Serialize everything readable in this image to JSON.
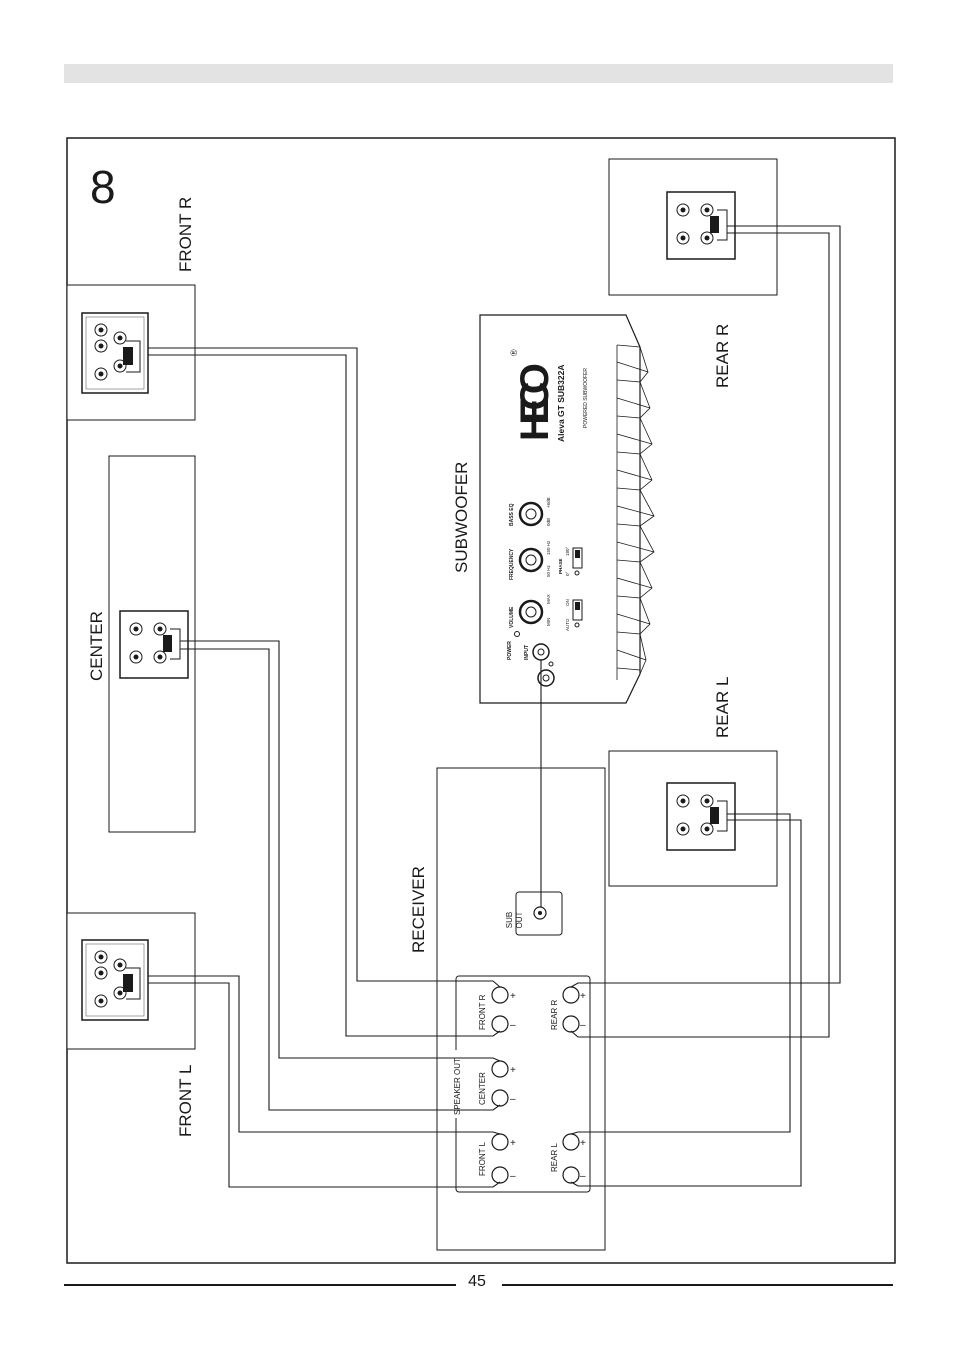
{
  "figure": {
    "number": "8"
  },
  "labels": {
    "front_r": "FRONT  R",
    "front_l": "FRONT  L",
    "center": "CENTER",
    "subwoofer": "SUBWOOFER",
    "rear_r": "REAR  R",
    "rear_l": "REAR  L",
    "receiver": "RECEIVER"
  },
  "receiver": {
    "sub_out": [
      "SUB",
      "OUT"
    ],
    "speaker_out": "SPEAKER OUT",
    "channels": {
      "front_r": "FRONT  R",
      "center": "CENTER",
      "front_l": "FRONT  L",
      "rear_r": "REAR  R",
      "rear_l": "REAR  L"
    },
    "plus": "+",
    "minus": "–"
  },
  "subwoofer": {
    "brand": "HECO",
    "registered": "®",
    "model": "Aleva GT SUB322A",
    "subtitle": "POWERED SUBWOOFER",
    "power": "POWER",
    "input": "INPUT",
    "volume": {
      "label": "VOLUME",
      "min": "MIN",
      "max": "MAX"
    },
    "frequency": {
      "label": "FREQUENCY",
      "low": "50 Hz",
      "high": "150 Hz"
    },
    "bass_eq": {
      "label": "BASS EQ",
      "low": "0dB",
      "high": "+6dB"
    },
    "switch_auto": {
      "left": "AUTO",
      "right": "ON"
    },
    "switch_phase": {
      "label": "PHASE",
      "left": "0°",
      "right": "180°"
    }
  },
  "footer": {
    "page_number": "45"
  }
}
